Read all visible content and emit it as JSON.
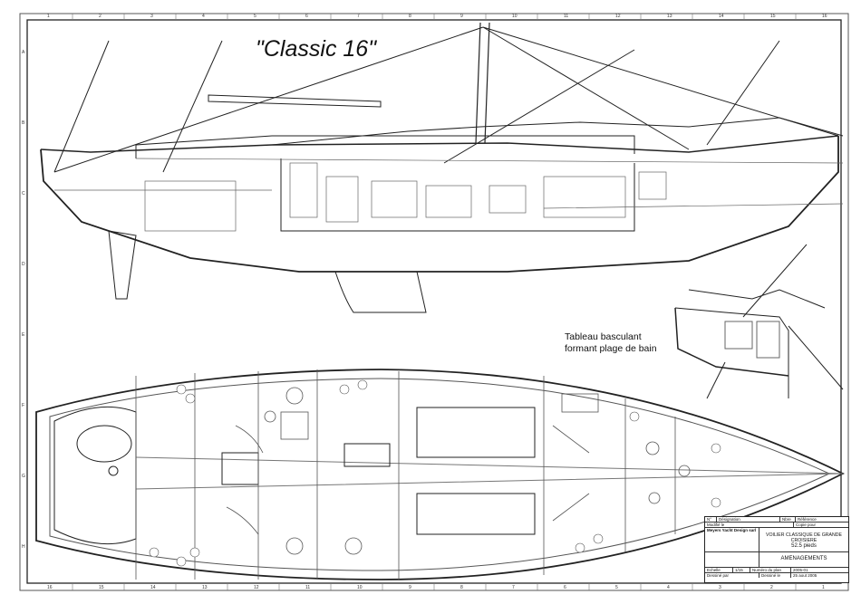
{
  "title": "\"Classic 16\"",
  "annotation": [
    "Tableau basculant",
    "formant plage de bain"
  ],
  "ruler_top": [
    "1",
    "2",
    "3",
    "4",
    "5",
    "6",
    "7",
    "8",
    "9",
    "10",
    "11",
    "12",
    "13",
    "14",
    "15",
    "16"
  ],
  "ruler_bottom": [
    "16",
    "15",
    "14",
    "13",
    "12",
    "11",
    "10",
    "9",
    "8",
    "7",
    "6",
    "5",
    "4",
    "3",
    "2",
    "1"
  ],
  "ruler_side": [
    "A",
    "B",
    "C",
    "D",
    "E",
    "F",
    "G",
    "H"
  ],
  "title_block": {
    "no_label": "N°",
    "designation_label": "Désignation",
    "qty_label": "Nbre",
    "reference_label": "Référence",
    "modified_label": "Modifié le",
    "copy_label": "Copie pour",
    "company": "Meyers Yacht Design sarl",
    "project": "VOILIER CLASSIQUE DE GRANDE CROISIERE",
    "size": "52.5 pieds",
    "drawing": "AMENAGEMENTS",
    "scale_label": "Echelle",
    "scale": "1/15",
    "plan_number_label": "Numéro du plan",
    "plan_number": "2005-01",
    "drawn_by_label": "Dessiné par",
    "drawn_on_label": "Dessiné le",
    "drawn_on": "25 aout 2005"
  }
}
